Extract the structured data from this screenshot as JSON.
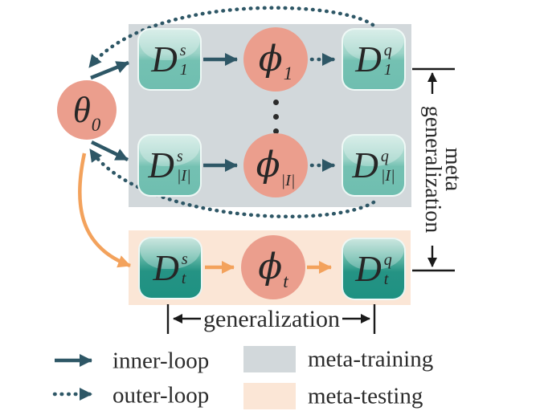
{
  "nodes": {
    "theta0": {
      "main": "θ",
      "sub": "0"
    },
    "tasks": [
      {
        "support": {
          "main": "D",
          "sup": "s",
          "sub": "1"
        },
        "adapted": {
          "main": "ϕ",
          "sub": "1"
        },
        "query": {
          "main": "D",
          "sup": "q",
          "sub": "1"
        }
      },
      {
        "support": {
          "main": "D",
          "sup": "s",
          "sub": "|I|"
        },
        "adapted": {
          "main": "ϕ",
          "sub": "|I|"
        },
        "query": {
          "main": "D",
          "sup": "q",
          "sub": "|I|"
        }
      }
    ],
    "test_task": {
      "support": {
        "main": "D",
        "sup": "s",
        "sub": "t"
      },
      "adapted": {
        "main": "ϕ",
        "sub": "t"
      },
      "query": {
        "main": "D",
        "sup": "q",
        "sub": "t"
      }
    }
  },
  "annotations": {
    "meta_generalization_line1": "meta",
    "meta_generalization_line2": "generalization",
    "generalization": "generalization"
  },
  "legend": {
    "inner_loop": "inner-loop",
    "outer_loop": "outer-loop",
    "meta_training": "meta-training",
    "meta_testing": "meta-testing"
  },
  "colors": {
    "meta_training_region": "#d2d8db",
    "meta_testing_region": "#fbe6d6",
    "node_circle": "#eb9e8d",
    "box_teal_light": "#6fbeb0",
    "box_teal_dark": "#1e9182",
    "arrow_dark": "#2e5766",
    "arrow_orange": "#f3a25c",
    "text": "#2b2b2b"
  }
}
